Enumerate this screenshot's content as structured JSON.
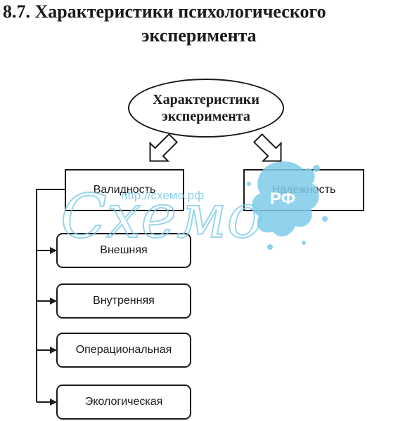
{
  "title": {
    "line1": "8.7. Характеристики психологического",
    "line2": "эксперимента"
  },
  "root": {
    "line1": "Характеристики",
    "line2": "эксперимента"
  },
  "branches": {
    "validity": "Валидность",
    "reliability": "Надежность"
  },
  "validity_types": [
    "Внешняя",
    "Внутренняя",
    "Операциональная",
    "Экологическая"
  ],
  "watermark": {
    "brand": "Схемо",
    "url": "http://схемо.рф",
    "badge": "РФ",
    "color": "#7ecbea"
  }
}
